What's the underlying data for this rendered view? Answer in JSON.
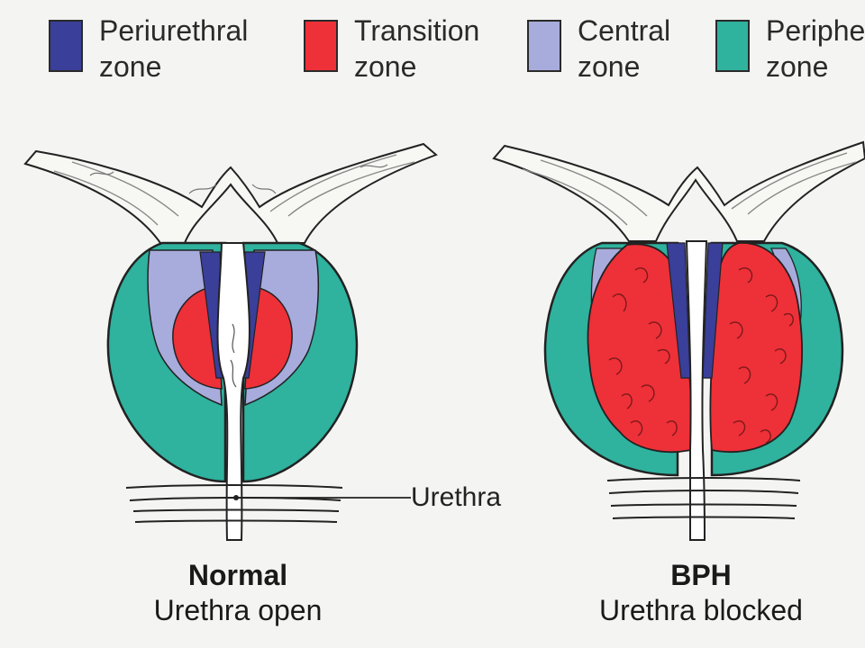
{
  "legend": [
    {
      "line1": "Periurethral",
      "line2": "zone",
      "color": "#3a3f9a"
    },
    {
      "line1": "Transition",
      "line2": "zone",
      "color": "#ee3038"
    },
    {
      "line1": "Central",
      "line2": "zone",
      "color": "#a8acdc"
    },
    {
      "line1": "Peripheral",
      "line2": "zone",
      "color": "#2fb29e"
    }
  ],
  "colors": {
    "periurethral": "#3a3f9a",
    "transition": "#ee3038",
    "central": "#a8acdc",
    "peripheral": "#2fb29e",
    "outline": "#222222",
    "urethra": "#ffffff"
  },
  "urethra_label": "Urethra",
  "panels": {
    "normal": {
      "title": "Normal",
      "subtitle": "Urethra open"
    },
    "bph": {
      "title": "BPH",
      "subtitle": "Urethra blocked"
    }
  }
}
